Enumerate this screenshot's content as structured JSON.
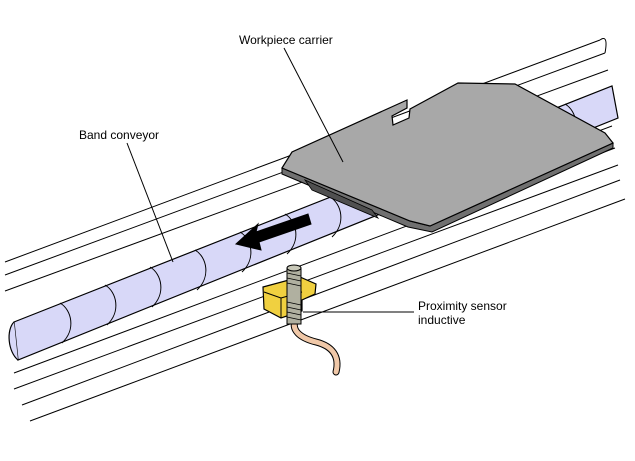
{
  "labels": {
    "workpiece_carrier": "Workpiece carrier",
    "band_conveyor": "Band conveyor",
    "proximity_sensor_line1": "Proximity sensor",
    "proximity_sensor_line2": "inductive"
  },
  "colors": {
    "band": "#d8d8f8",
    "carrier_top": "#a8a8a8",
    "carrier_edge": "#707070",
    "sensor_bracket": "#f0d040",
    "sensor_bolt": "#b0b0a0",
    "cable": "#f0c8a8",
    "line": "#000000"
  },
  "icons": {
    "direction_arrow": "arrow-left-icon"
  }
}
